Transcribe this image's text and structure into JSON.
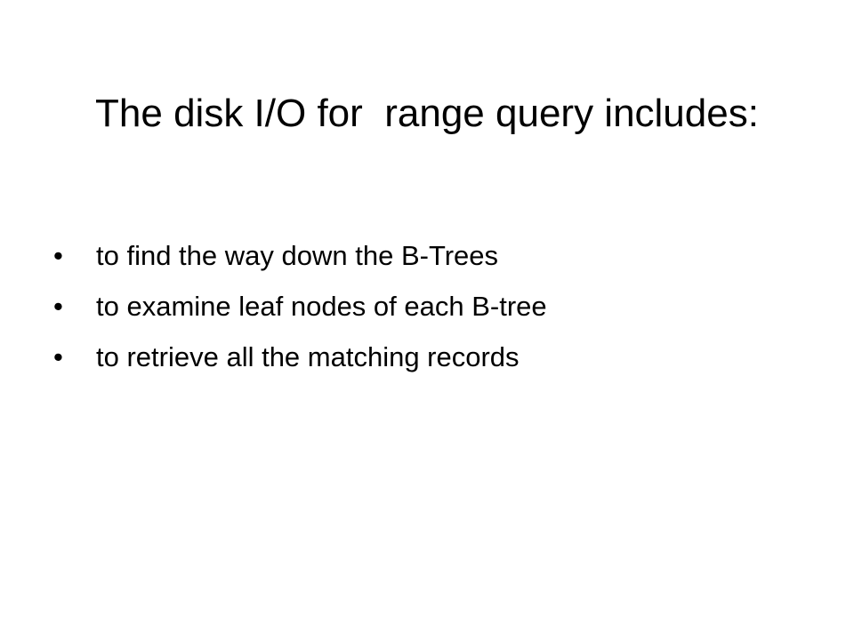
{
  "slide": {
    "title": "The disk I/O for  range query includes:",
    "bullet_glyph": "•",
    "bullets": [
      "to find the way down the B-Trees",
      "to examine leaf nodes of each B-tree",
      "to retrieve all the matching records"
    ]
  }
}
